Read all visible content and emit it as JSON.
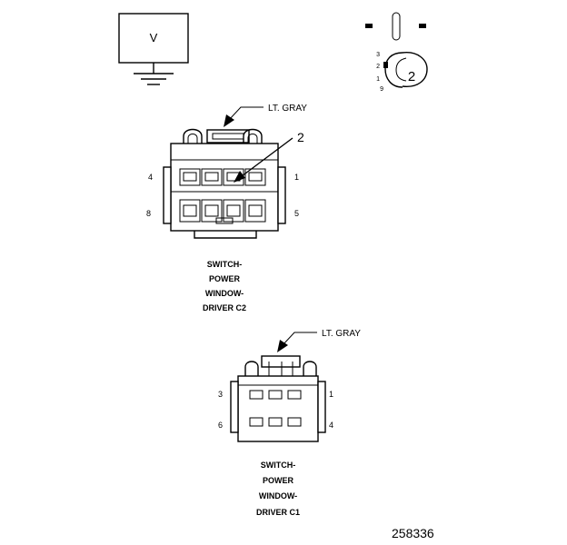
{
  "voltmeter": {
    "label": "V"
  },
  "connector_c2": {
    "color_label": "LT. GRAY",
    "callout": "2",
    "pins": {
      "top_left": "4",
      "top_right": "1",
      "bottom_left": "8",
      "bottom_right": "5"
    },
    "caption": [
      "SWITCH-",
      "POWER",
      "WINDOW-",
      "DRIVER C2"
    ]
  },
  "connector_c1": {
    "color_label": "LT. GRAY",
    "pins": {
      "top_left": "3",
      "top_right": "1",
      "bottom_left": "6",
      "bottom_right": "4"
    },
    "caption": [
      "SWITCH-",
      "POWER",
      "WINDOW-",
      "DRIVER C1"
    ]
  },
  "terminal_view": {
    "label": "2",
    "pin_numbers": [
      "3",
      "2",
      "1",
      "9"
    ]
  },
  "figure_number": "258336"
}
